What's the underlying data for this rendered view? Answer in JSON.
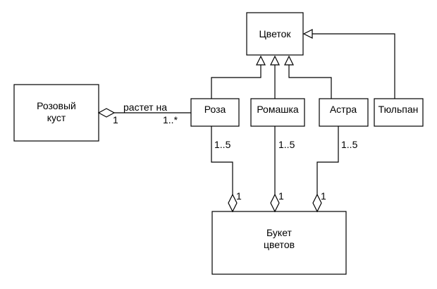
{
  "classes": {
    "flower": "Цветок",
    "rose_bush_line1": "Розовый",
    "rose_bush_line2": "куст",
    "rose": "Роза",
    "chamomile": "Ромашка",
    "aster": "Астра",
    "tulip": "Тюльпан",
    "bouquet_line1": "Букет",
    "bouquet_line2": "цветов"
  },
  "associations": {
    "grows_on": {
      "label": "растет на",
      "mult_bush": "1",
      "mult_rose": "1..*"
    },
    "bouquet_rose": {
      "mult_flower": "1..5",
      "mult_bouquet": "1"
    },
    "bouquet_chamomile": {
      "mult_flower": "1..5",
      "mult_bouquet": "1"
    },
    "bouquet_aster": {
      "mult_flower": "1..5",
      "mult_bouquet": "1"
    }
  }
}
